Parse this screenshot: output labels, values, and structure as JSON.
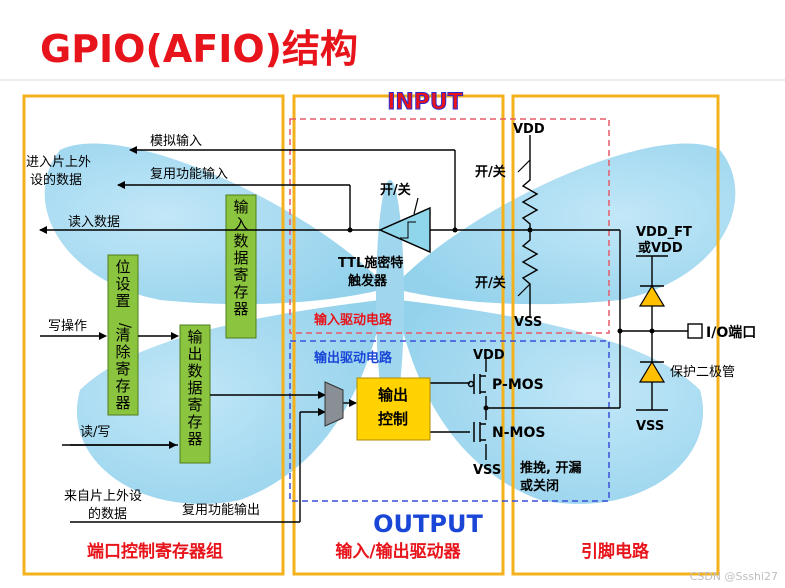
{
  "title": "GPIO(AFIO)结构",
  "sections": {
    "input": "INPUT",
    "output": "OUTPUT",
    "left": "端口控制寄存器组",
    "middle": "输入/输出驱动器",
    "right": "引脚电路"
  },
  "left_labels": {
    "to_periph_1": "进入片上外",
    "to_periph_2": "设的数据",
    "analog_in": "模拟输入",
    "alt_in": "复用功能输入",
    "read_data": "读入数据",
    "write_op": "写操作",
    "read_write": "读/写",
    "from_periph_1": "来自片上外设",
    "from_periph_2": "的数据",
    "alt_out": "复用功能输出"
  },
  "registers": {
    "input_data": "输入数据寄存器",
    "bit_set_reset": "位设置/清除寄存器",
    "output_data": "输出数据寄存器"
  },
  "input_driver": {
    "switch": "开/关",
    "schmitt_1": "TTL施密特",
    "schmitt_2": "触发器",
    "label": "输入驱动电路"
  },
  "output_driver": {
    "label": "输出驱动电路",
    "control_1": "输出",
    "control_2": "控制",
    "pmos": "P-MOS",
    "nmos": "N-MOS",
    "mode_1": "推挽, 开漏",
    "mode_2": "或关闭"
  },
  "pin_circuit": {
    "vdd": "VDD",
    "vss": "VSS",
    "switch_top": "开/关",
    "switch_bottom": "开/关",
    "vdd_ft_1": "VDD_FT",
    "vdd_ft_2": "或VDD",
    "io_port": "I/O端口",
    "protect_diode": "保护二极管"
  },
  "watermark": "CSDN @Ssshi27",
  "colors": {
    "title": "#e8141b",
    "frame": "#f3b21c",
    "input_box": "#e65a6a",
    "output_box": "#3a4fd8",
    "register": "#8bc43f",
    "control": "#ffd200",
    "section_text": "#e8141b",
    "output_text": "#1a46d8",
    "diode": "#ffc000"
  }
}
